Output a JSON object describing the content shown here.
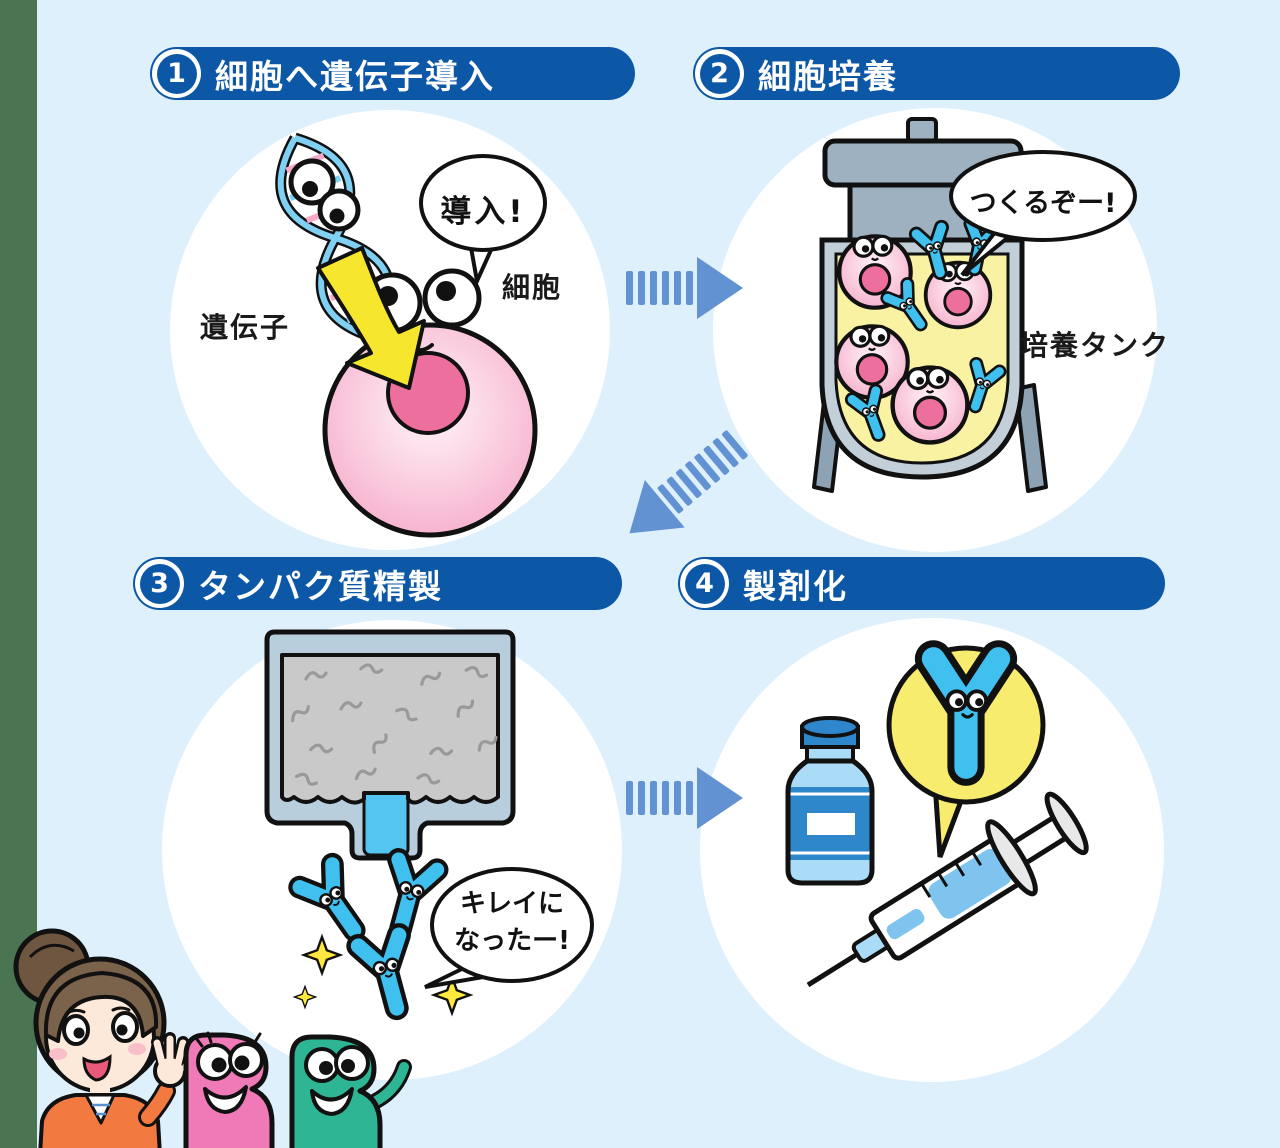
{
  "figure": {
    "steps": [
      {
        "number": "1",
        "title": "細胞へ遺伝子導入"
      },
      {
        "number": "2",
        "title": "細胞培養"
      },
      {
        "number": "3",
        "title": "タンパク質精製"
      },
      {
        "number": "4",
        "title": "製剤化"
      }
    ],
    "step1": {
      "bubble": "導入!",
      "gene_label": "遺伝子",
      "cell_label": "細胞"
    },
    "step2": {
      "bubble": "つくるぞー!",
      "tank_label": "培養タンク"
    },
    "step3": {
      "bubble_line1": "キレイに",
      "bubble_line2": "なったー!"
    },
    "colors": {
      "background": "#def0fc",
      "side_strip_green": "#4b7552",
      "header_blue": "#0d57a7",
      "arrow_blue": "#6292d2",
      "antibody_blue": "#3fc0ef",
      "cell_pink": "#f5a8c8",
      "nucleus_pink": "#ec6f9e",
      "tank_liquid_yellow": "#f8f2a2",
      "highlight_yellow": "#f6e62e"
    }
  }
}
